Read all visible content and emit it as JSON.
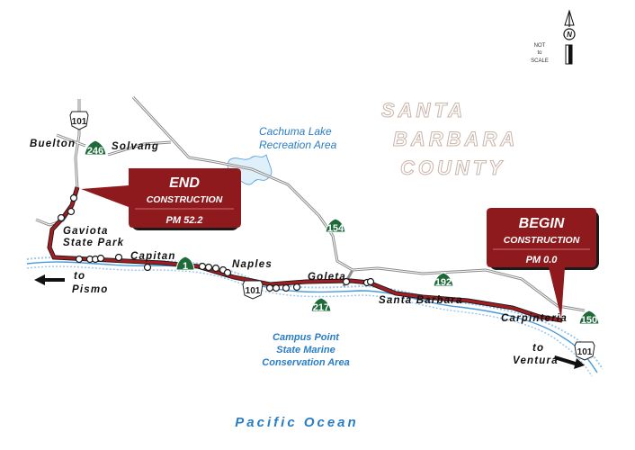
{
  "map": {
    "region_label": [
      "SANTA",
      "BARBARA",
      "COUNTY"
    ],
    "scale_note": [
      "NOT",
      "to",
      "SCALE"
    ],
    "north_label": "N",
    "ocean_label": "Pacific Ocean",
    "water_areas": {
      "lake": [
        "Cachuma Lake",
        "Recreation Area"
      ],
      "marine": [
        "Campus Point",
        "State Marine",
        "Conservation Area"
      ]
    },
    "places": {
      "buellton": "Buelton",
      "solvang": "Solvang",
      "gaviota": [
        "Gaviota",
        "State Park"
      ],
      "capitan": "Capitan",
      "naples": "Naples",
      "goleta": "Goleta",
      "santa_barbara": "Santa Barbara",
      "carpinteria": "Carpinteria"
    },
    "directions": {
      "west": [
        "to",
        "Pismo"
      ],
      "east": [
        "to",
        "Ventura"
      ]
    },
    "routes": {
      "us101_north": "101",
      "us101_naples": "101",
      "us101_south": "101",
      "ca246": "246",
      "ca1": "1",
      "ca154": "154",
      "ca217": "217",
      "ca192": "192",
      "ca150": "150"
    },
    "callouts": {
      "end": {
        "title": "END",
        "subtitle": "CONSTRUCTION",
        "postmile": "PM 52.2"
      },
      "begin": {
        "title": "BEGIN",
        "subtitle": "CONSTRUCTION",
        "postmile": "PM 0.0"
      }
    },
    "colors": {
      "construction": "#a01d22",
      "callout_bg": "#8f1a1e",
      "shield_green": "#1e6b3a",
      "water_blue": "#2a7cc4",
      "road_gray": "#9a9a9a"
    }
  }
}
